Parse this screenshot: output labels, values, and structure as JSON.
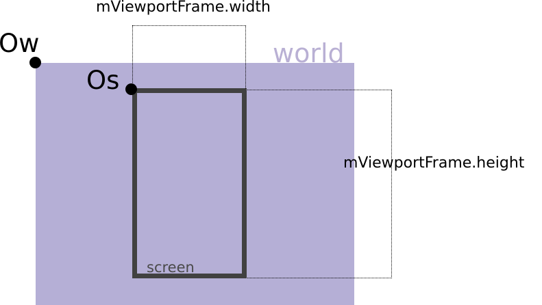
{
  "diagram": {
    "world": {
      "label": "world",
      "fill_color": "#b5afd6",
      "label_color": "#b9b0d4"
    },
    "screen": {
      "label": "screen",
      "border_color": "#414141",
      "label_color": "#4a4a4a"
    },
    "origins": {
      "world": {
        "label": "Ow"
      },
      "screen": {
        "label": "Os"
      },
      "dot_color": "#000000"
    },
    "dimensions": {
      "width_label": "mViewportFrame.width",
      "height_label": "mViewportFrame.height",
      "guide_style": "dotted"
    }
  }
}
